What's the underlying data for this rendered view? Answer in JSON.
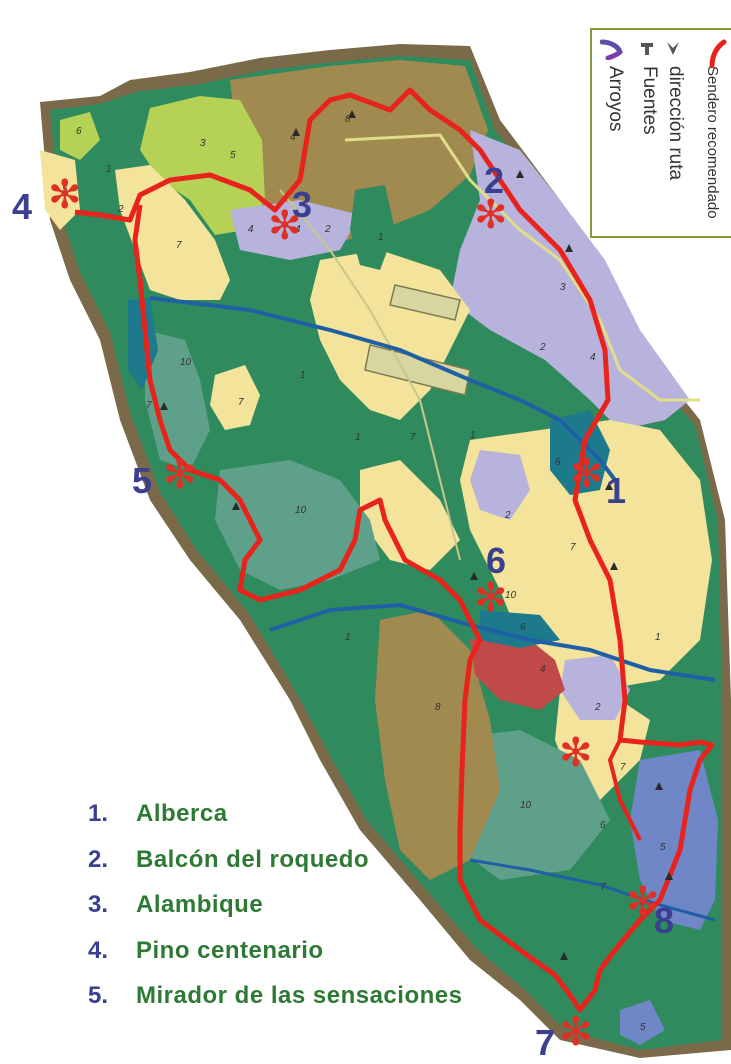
{
  "legend": {
    "route_label": "Sendero recomendado",
    "direction_label": "dirección ruta",
    "fountains_label": "Fuentes",
    "streams_label": "Arroyos"
  },
  "stops": [
    "1",
    "2",
    "3",
    "4",
    "5",
    "6",
    "7",
    "8"
  ],
  "places": [
    {
      "number": "1.",
      "name": "Alberca"
    },
    {
      "number": "2.",
      "name": "Balcón del roquedo"
    },
    {
      "number": "3.",
      "name": "Alambique"
    },
    {
      "number": "4.",
      "name": "Pino centenario"
    },
    {
      "number": "5.",
      "name": "Mirador de las sensaciones"
    }
  ],
  "colors": {
    "route": "#e8231c",
    "stream": "#1f5fa6",
    "label_number": "#3a3f8f",
    "label_name": "#2e7a35",
    "marker": "#e03025"
  }
}
